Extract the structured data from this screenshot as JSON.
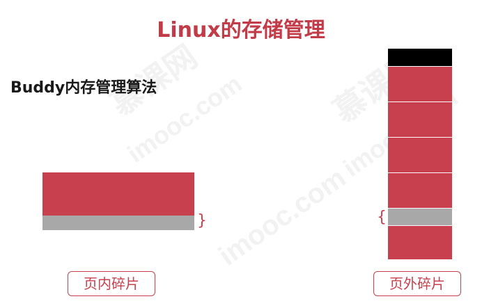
{
  "title": "Linux的存储管理",
  "subtitle": "Buddy内存管理算法",
  "left_label": "页内碎片",
  "right_label": "页外碎片",
  "watermark": {
    "brand": "慕课网",
    "url": "imooc.com"
  },
  "colors": {
    "accent": "#c23b48",
    "allocated": "#c8404d",
    "fragment": "#a8a8a8",
    "reserved": "#000000"
  },
  "right_column_segments": [
    "reserved",
    "allocated",
    "allocated",
    "allocated",
    "allocated",
    "fragment",
    "allocated"
  ]
}
